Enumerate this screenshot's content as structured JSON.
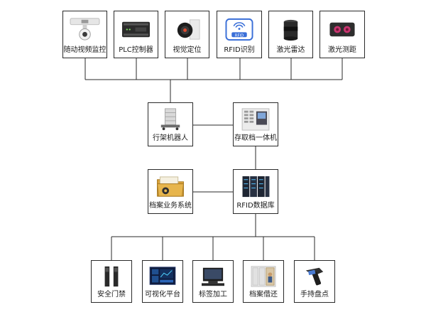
{
  "top_row": [
    {
      "id": "video",
      "label": "随动视频监控",
      "icon": "surveillance-camera-icon"
    },
    {
      "id": "plc",
      "label": "PLC控制器",
      "icon": "plc-controller-icon"
    },
    {
      "id": "vision",
      "label": "视觉定位",
      "icon": "vision-camera-icon"
    },
    {
      "id": "rfid",
      "label": "RFID识别",
      "icon": "rfid-tag-icon"
    },
    {
      "id": "radar",
      "label": "激光雷达",
      "icon": "lidar-sensor-icon"
    },
    {
      "id": "ranging",
      "label": "激光测距",
      "icon": "laser-rangefinder-icon"
    }
  ],
  "middle_row": [
    {
      "id": "robot",
      "label": "行架机器人",
      "icon": "gantry-robot-icon"
    },
    {
      "id": "terminal",
      "label": "存取档一体机",
      "icon": "storage-terminal-icon"
    }
  ],
  "lower_row": [
    {
      "id": "archive",
      "label": "档案业务系统",
      "icon": "archive-folder-icon"
    },
    {
      "id": "database",
      "label": "RFID数据库",
      "icon": "database-server-icon"
    }
  ],
  "bottom_row": [
    {
      "id": "gate",
      "label": "安全门禁",
      "icon": "security-gate-icon"
    },
    {
      "id": "visual",
      "label": "可视化平台",
      "icon": "dashboard-screen-icon"
    },
    {
      "id": "label",
      "label": "标签加工",
      "icon": "label-printer-icon"
    },
    {
      "id": "borrow",
      "label": "档案借还",
      "icon": "archive-cabinet-icon"
    },
    {
      "id": "inventory",
      "label": "手持盘点",
      "icon": "handheld-scanner-icon"
    }
  ],
  "colors": {
    "line": "#2a2a2a",
    "text": "#1a1a1a",
    "rfid_blue": "#3a6fd8"
  }
}
